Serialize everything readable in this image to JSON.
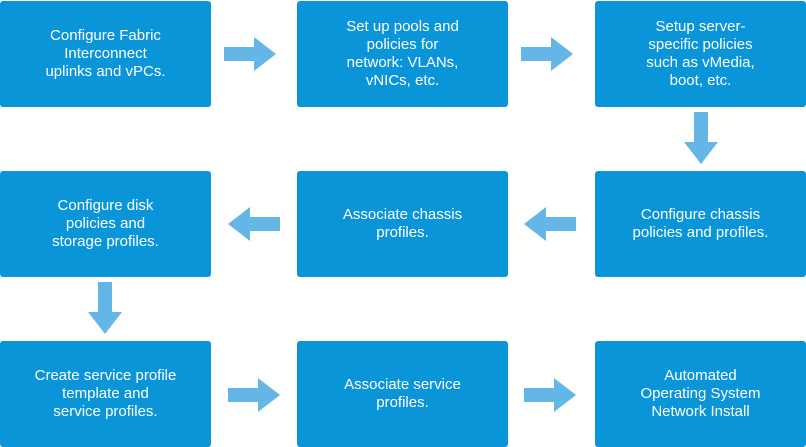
{
  "colors": {
    "box_fill": "#0b95d9",
    "box_text": "#ffffff",
    "arrow_fill": "#64b6e7",
    "background": "#ffffff"
  },
  "steps": [
    {
      "id": "configure-fabric-interconnect",
      "label": "Configure Fabric\nInterconnect\nuplinks and vPCs."
    },
    {
      "id": "set-up-pools-policies",
      "label": "Set up pools and\npolicies for\nnetwork: VLANs,\nvNICs, etc."
    },
    {
      "id": "setup-server-policies",
      "label": "Setup server-\nspecific policies\nsuch as vMedia,\nboot, etc."
    },
    {
      "id": "configure-chassis-policies",
      "label": "Configure chassis\npolicies and profiles."
    },
    {
      "id": "associate-chassis-profiles",
      "label": "Associate chassis\nprofiles."
    },
    {
      "id": "configure-disk-policies",
      "label": "Configure disk\npolicies and\nstorage profiles."
    },
    {
      "id": "create-service-profile-template",
      "label": "Create service profile\ntemplate and\nservice profiles."
    },
    {
      "id": "associate-service-profiles",
      "label": "Associate service\nprofiles."
    },
    {
      "id": "automated-os-install",
      "label": "Automated\nOperating System\nNetwork Install"
    }
  ],
  "arrows": [
    {
      "from": "configure-fabric-interconnect",
      "to": "set-up-pools-policies",
      "direction": "right"
    },
    {
      "from": "set-up-pools-policies",
      "to": "setup-server-policies",
      "direction": "right"
    },
    {
      "from": "setup-server-policies",
      "to": "configure-chassis-policies",
      "direction": "down"
    },
    {
      "from": "configure-chassis-policies",
      "to": "associate-chassis-profiles",
      "direction": "left"
    },
    {
      "from": "associate-chassis-profiles",
      "to": "configure-disk-policies",
      "direction": "left"
    },
    {
      "from": "configure-disk-policies",
      "to": "create-service-profile-template",
      "direction": "down"
    },
    {
      "from": "create-service-profile-template",
      "to": "associate-service-profiles",
      "direction": "right"
    },
    {
      "from": "associate-service-profiles",
      "to": "automated-os-install",
      "direction": "right"
    }
  ]
}
